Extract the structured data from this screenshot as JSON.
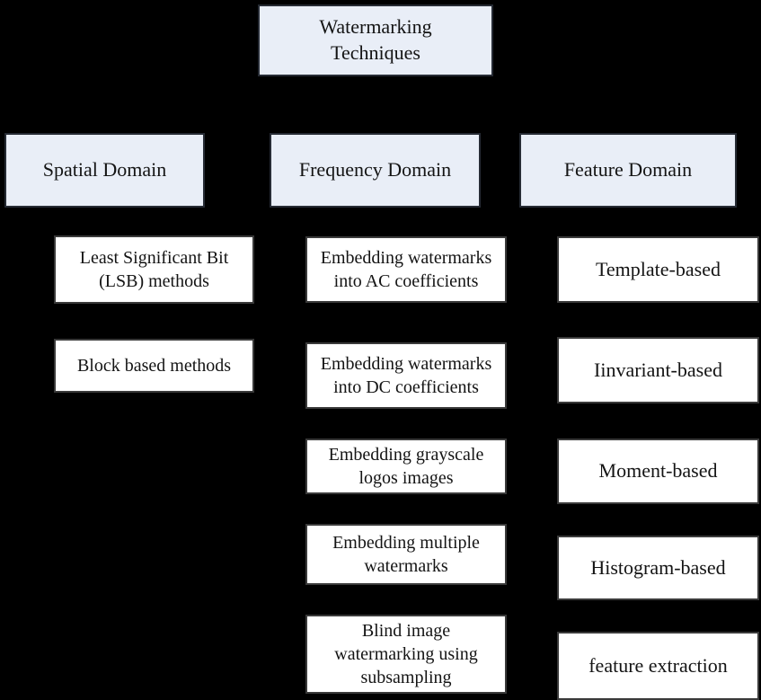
{
  "diagram": {
    "type": "hierarchy",
    "root": {
      "label": "Watermarking\nTechniques"
    },
    "columns": [
      {
        "header": {
          "label": "Spatial Domain"
        },
        "children": [
          {
            "label": "Least Significant Bit\n(LSB) methods"
          },
          {
            "label": "Block based methods"
          }
        ]
      },
      {
        "header": {
          "label": "Frequency Domain"
        },
        "children": [
          {
            "label": "Embedding watermarks\ninto AC coefficients"
          },
          {
            "label": "Embedding watermarks\ninto DC coefficients"
          },
          {
            "label": "Embedding grayscale\nlogos images"
          },
          {
            "label": "Embedding multiple\nwatermarks"
          },
          {
            "label": "Blind image\nwatermarking using\nsubsampling"
          }
        ]
      },
      {
        "header": {
          "label": "Feature Domain"
        },
        "children": [
          {
            "label": "Template-based"
          },
          {
            "label": "Iinvariant-based"
          },
          {
            "label": "Moment-based"
          },
          {
            "label": "Histogram-based"
          },
          {
            "label": "feature extraction"
          }
        ]
      }
    ],
    "colors": {
      "background": "#000000",
      "header_fill": "#e9eef7",
      "header_border": "#262b34",
      "leaf_fill": "#ffffff",
      "leaf_border": "#3a3a3a",
      "text": "#141414"
    }
  }
}
